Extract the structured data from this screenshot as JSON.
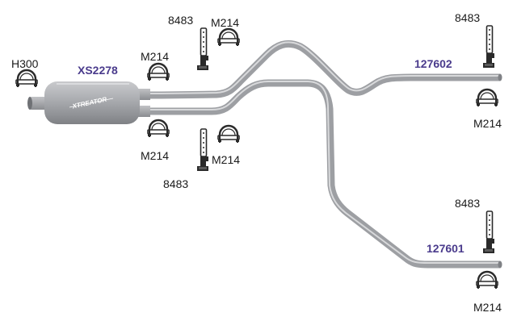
{
  "labels": {
    "h300": "H300",
    "muffler": "XS2278",
    "m214": "M214",
    "hanger": "8483",
    "pipe_upper": "127602",
    "pipe_lower": "127601"
  },
  "muffler_brand": "XTREATOR",
  "colors": {
    "part_number": "#4a3b8c",
    "label": "#1a1a1a",
    "pipe": "#9d9fa3",
    "pipe_highlight": "#d8d9db",
    "muffler_body": "#a3a5a9",
    "clamp": "#2a2a2a"
  },
  "icons": {
    "clamp": "u-bolt-clamp-icon",
    "hanger": "exhaust-hanger-icon"
  }
}
